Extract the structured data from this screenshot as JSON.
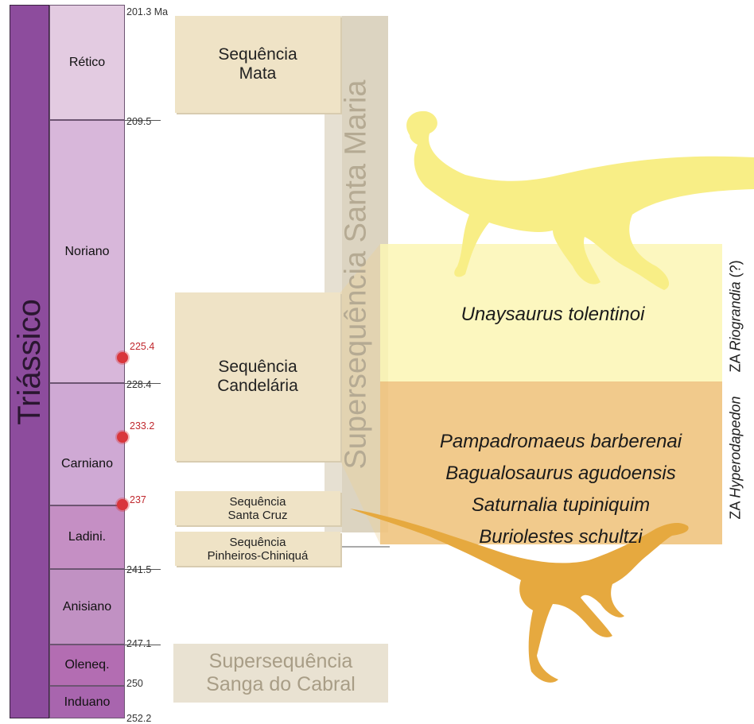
{
  "period": "Triássico",
  "stages": [
    {
      "name": "Rético"
    },
    {
      "name": "Noriano"
    },
    {
      "name": "Carniano"
    },
    {
      "name": "Ladini."
    },
    {
      "name": "Anisiano"
    },
    {
      "name": "Oleneq."
    },
    {
      "name": "Induano"
    }
  ],
  "ages": [
    "201.3 Ma",
    "209.5",
    "228.4",
    "241.5",
    "247.1",
    "250",
    "252.2"
  ],
  "marked_ages": [
    "225.4",
    "233.2",
    "237"
  ],
  "sequences": {
    "mata": [
      "Sequência",
      "Mata"
    ],
    "candelaria": [
      "Sequência",
      "Candelária"
    ],
    "santa_cruz": [
      "Sequência",
      "Santa Cruz"
    ],
    "pinheiros": [
      "Sequência",
      "Pinheiros-Chiniquá"
    ]
  },
  "supersequences": {
    "santa_maria": "Supersequência Santa Maria",
    "sanga": [
      "Supersequência",
      "Sanga do Cabral"
    ]
  },
  "zones": {
    "riograndia": {
      "prefix": "ZA ",
      "name": "Riograndia",
      "suffix": " (?)",
      "species": [
        "Unaysaurus tolentinoi"
      ]
    },
    "hyperodapedon": {
      "prefix": "ZA ",
      "name": "Hyperodapedon",
      "species": [
        "Pampadromaeus barberenai",
        "Bagualosaurus agudoensis",
        "Saturnalia tupiniquim",
        "Buriolestes schultzi"
      ]
    }
  },
  "colors": {
    "period": "#8d4c9d",
    "retico": "#e3cbe1",
    "noriano": "#d8b7da",
    "carniano": "#cfa9d4",
    "ladinian": "#c58fc4",
    "anisiano": "#c191c3",
    "oleneq": "#b36db2",
    "induano": "#a865ae",
    "sequence_box": "#efe3c6",
    "silhouette_yellow": "#f8ee86",
    "silhouette_orange": "#e6a93f"
  }
}
